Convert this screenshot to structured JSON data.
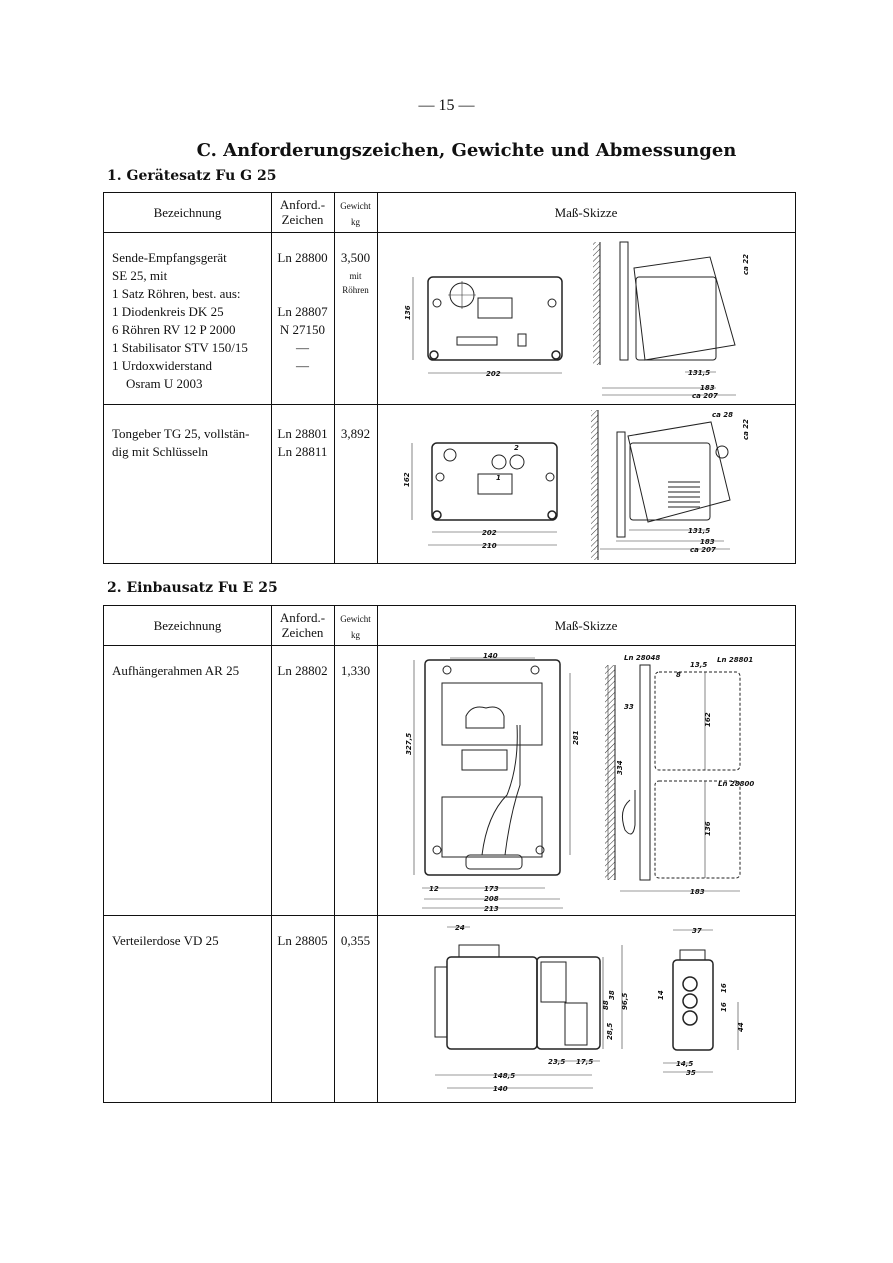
{
  "page_number": "— 15 —",
  "title": "C. Anforderungszeichen, Gewichte und Abmessungen",
  "headers": {
    "bezeichnung": "Bezeichnung",
    "anford_1": "Anford.-",
    "anford_2": "Zeichen",
    "gewicht_1": "Gewicht",
    "gewicht_2": "kg",
    "skizze": "Maß-Skizze"
  },
  "section1": {
    "heading": "1. Gerätesatz Fu G 25",
    "rows": [
      {
        "lines": [
          "Sende-Empfangsgerät",
          "SE 25, mit",
          "1 Satz Röhren, best. aus:",
          "1 Diodenkreis DK 25",
          "6 Röhren RV 12 P 2000",
          "1 Stabilisator STV 150/15",
          "1 Urdoxwiderstand",
          "   Osram U 2003"
        ],
        "codes": [
          "Ln 28800",
          "",
          "",
          "Ln 28807",
          "N 27150",
          "—",
          "—",
          ""
        ],
        "weight": "3,500",
        "weight_note_1": "mit",
        "weight_note_2": "Röhren",
        "dims": {
          "h": "136",
          "w": "202",
          "d1": "131,5",
          "d2": "183",
          "d3": "ca 207",
          "t": "ca 22"
        }
      },
      {
        "lines": [
          "Tongeber TG 25, vollstän-",
          "dig mit Schlüsseln"
        ],
        "codes": [
          "Ln 28801",
          "Ln 28811"
        ],
        "weight": "3,892",
        "dims": {
          "h": "162",
          "w1": "202",
          "w2": "210",
          "d1": "131,5",
          "d2": "183",
          "d3": "ca 207",
          "t1": "ca 28",
          "t2": "ca 22",
          "k1": "1",
          "k2": "2"
        }
      }
    ]
  },
  "section2": {
    "heading": "2. Einbausatz Fu E 25",
    "rows": [
      {
        "lines": [
          "Aufhängerahmen AR 25"
        ],
        "codes": [
          "Ln 28802"
        ],
        "weight": "1,330",
        "dims": {
          "h": "327,5",
          "h2": "281",
          "top": "140",
          "a": "12",
          "b": "173",
          "w1": "208",
          "w2": "213",
          "ln1": "Ln 28048",
          "ln2": "Ln 28801",
          "ln3": "Ln 28800",
          "s1": "13,5",
          "s2": "8",
          "s3": "33",
          "s4": "162",
          "s5": "136",
          "s6": "334",
          "s7": "183"
        }
      },
      {
        "lines": [
          "Verteilerdose VD 25"
        ],
        "codes": [
          "Ln 28805"
        ],
        "weight": "0,355",
        "dims": {
          "a": "24",
          "w1": "148,5",
          "w2": "140",
          "h1": "88",
          "h2": "38",
          "h3": "96,5",
          "h4": "28,5",
          "b1": "23,5",
          "b2": "17,5",
          "s1": "37",
          "s2": "14",
          "s3": "16",
          "s4": "16",
          "s5": "44",
          "s6": "14,5",
          "s7": "35"
        }
      }
    ]
  }
}
